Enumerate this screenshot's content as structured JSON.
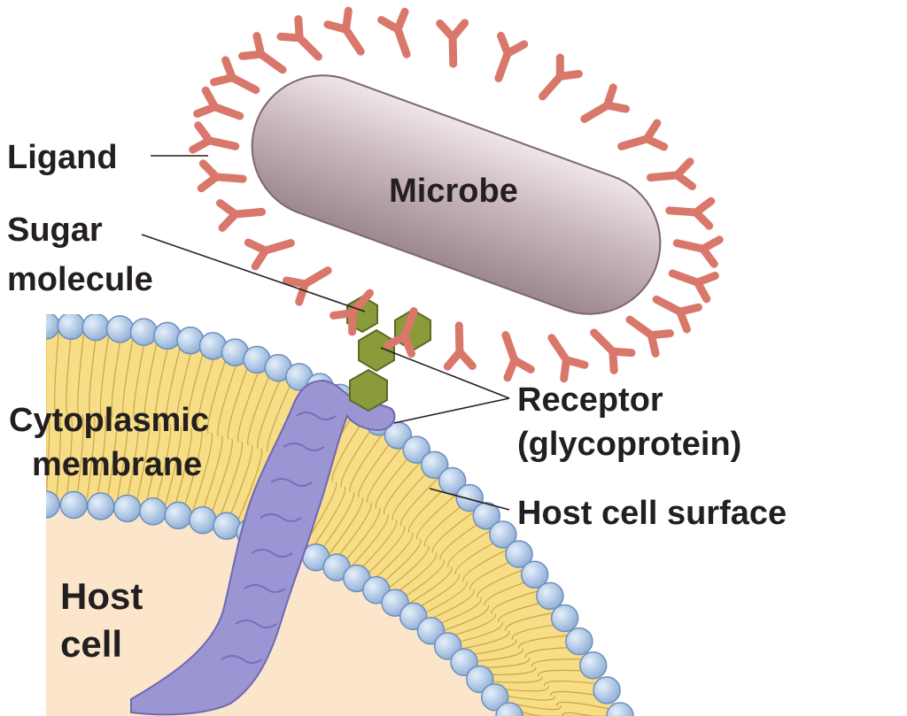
{
  "labels": {
    "ligand": "Ligand",
    "sugar_line1": "Sugar",
    "sugar_line2": "molecule",
    "microbe": "Microbe",
    "cytoplasmic_line1": "Cytoplasmic",
    "cytoplasmic_line2": "membrane",
    "receptor_line1": "Receptor",
    "receptor_line2": "(glycoprotein)",
    "host_surface": "Host cell surface",
    "host_cell_line1": "Host",
    "host_cell_line2": "cell"
  },
  "colors": {
    "ligand": "#d9776b",
    "microbe_fill": "#c9b7bf",
    "sugar": "#8a9b3c",
    "membrane_yellow": "#f7dd85",
    "membrane_bead": "#a9c3e3",
    "receptor_protein": "#9b95d3",
    "cytoplasm": "#fbe6cc"
  }
}
